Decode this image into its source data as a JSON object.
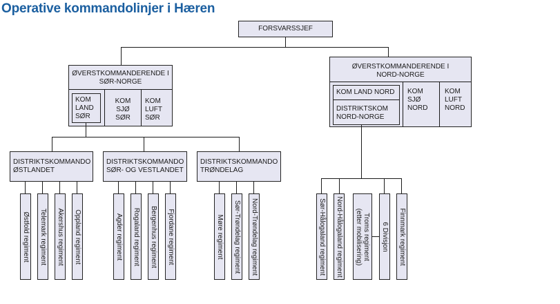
{
  "title": "Operative kommandolinjer i Hæren",
  "top": {
    "label": "FORSVARSSJEF"
  },
  "south": {
    "header": [
      "ØVERSTKOMMANDERENDE I",
      "SØR-NORGE"
    ],
    "land": [
      "KOM",
      "LAND",
      "SØR"
    ],
    "sea": [
      "KOM",
      "SJØ",
      "SØR"
    ],
    "air": [
      "KOM",
      "LUFT",
      "SØR"
    ]
  },
  "north": {
    "header": [
      "ØVERSTKOMMANDERENDE I",
      "NORD-NORGE"
    ],
    "land": "KOM LAND NORD",
    "district": [
      "DISTRIKTSKOM",
      "NORD-NORGE"
    ],
    "sea": [
      "KOM",
      "SJØ",
      "NORD"
    ],
    "air": [
      "KOM",
      "LUFT",
      "NORD"
    ]
  },
  "districts": [
    {
      "line1": "DISTRIKTSKOMMANDO",
      "line2": "ØSTLANDET",
      "regiments": [
        "Østfold regiment",
        "Telemark regiment",
        "Akershus regiment",
        "Oppland regiment"
      ]
    },
    {
      "line1": "DISTRIKTSKOMMANDO",
      "line2": "SØR- OG VESTLANDET",
      "regiments": [
        "Agder regiment",
        "Rogaland regiment",
        "Bergenhus regiment",
        "Fjordane regiment"
      ]
    },
    {
      "line1": "DISTRIKTSKOMMANDO",
      "line2": "TRØNDELAG",
      "regiments": [
        "Møre regiment",
        "Sør-Trøndelag regiment",
        "Nord-Trøndelag regiment"
      ]
    }
  ],
  "north_units": {
    "regiments": [
      "Sør-Hålogaland regiment",
      "Nord-Hålogaland regiment"
    ],
    "troms": [
      "Troms regiment",
      "(etter mobilisering)"
    ],
    "division": "6 Divisjon",
    "finnmark": "Finnmark regiment"
  }
}
